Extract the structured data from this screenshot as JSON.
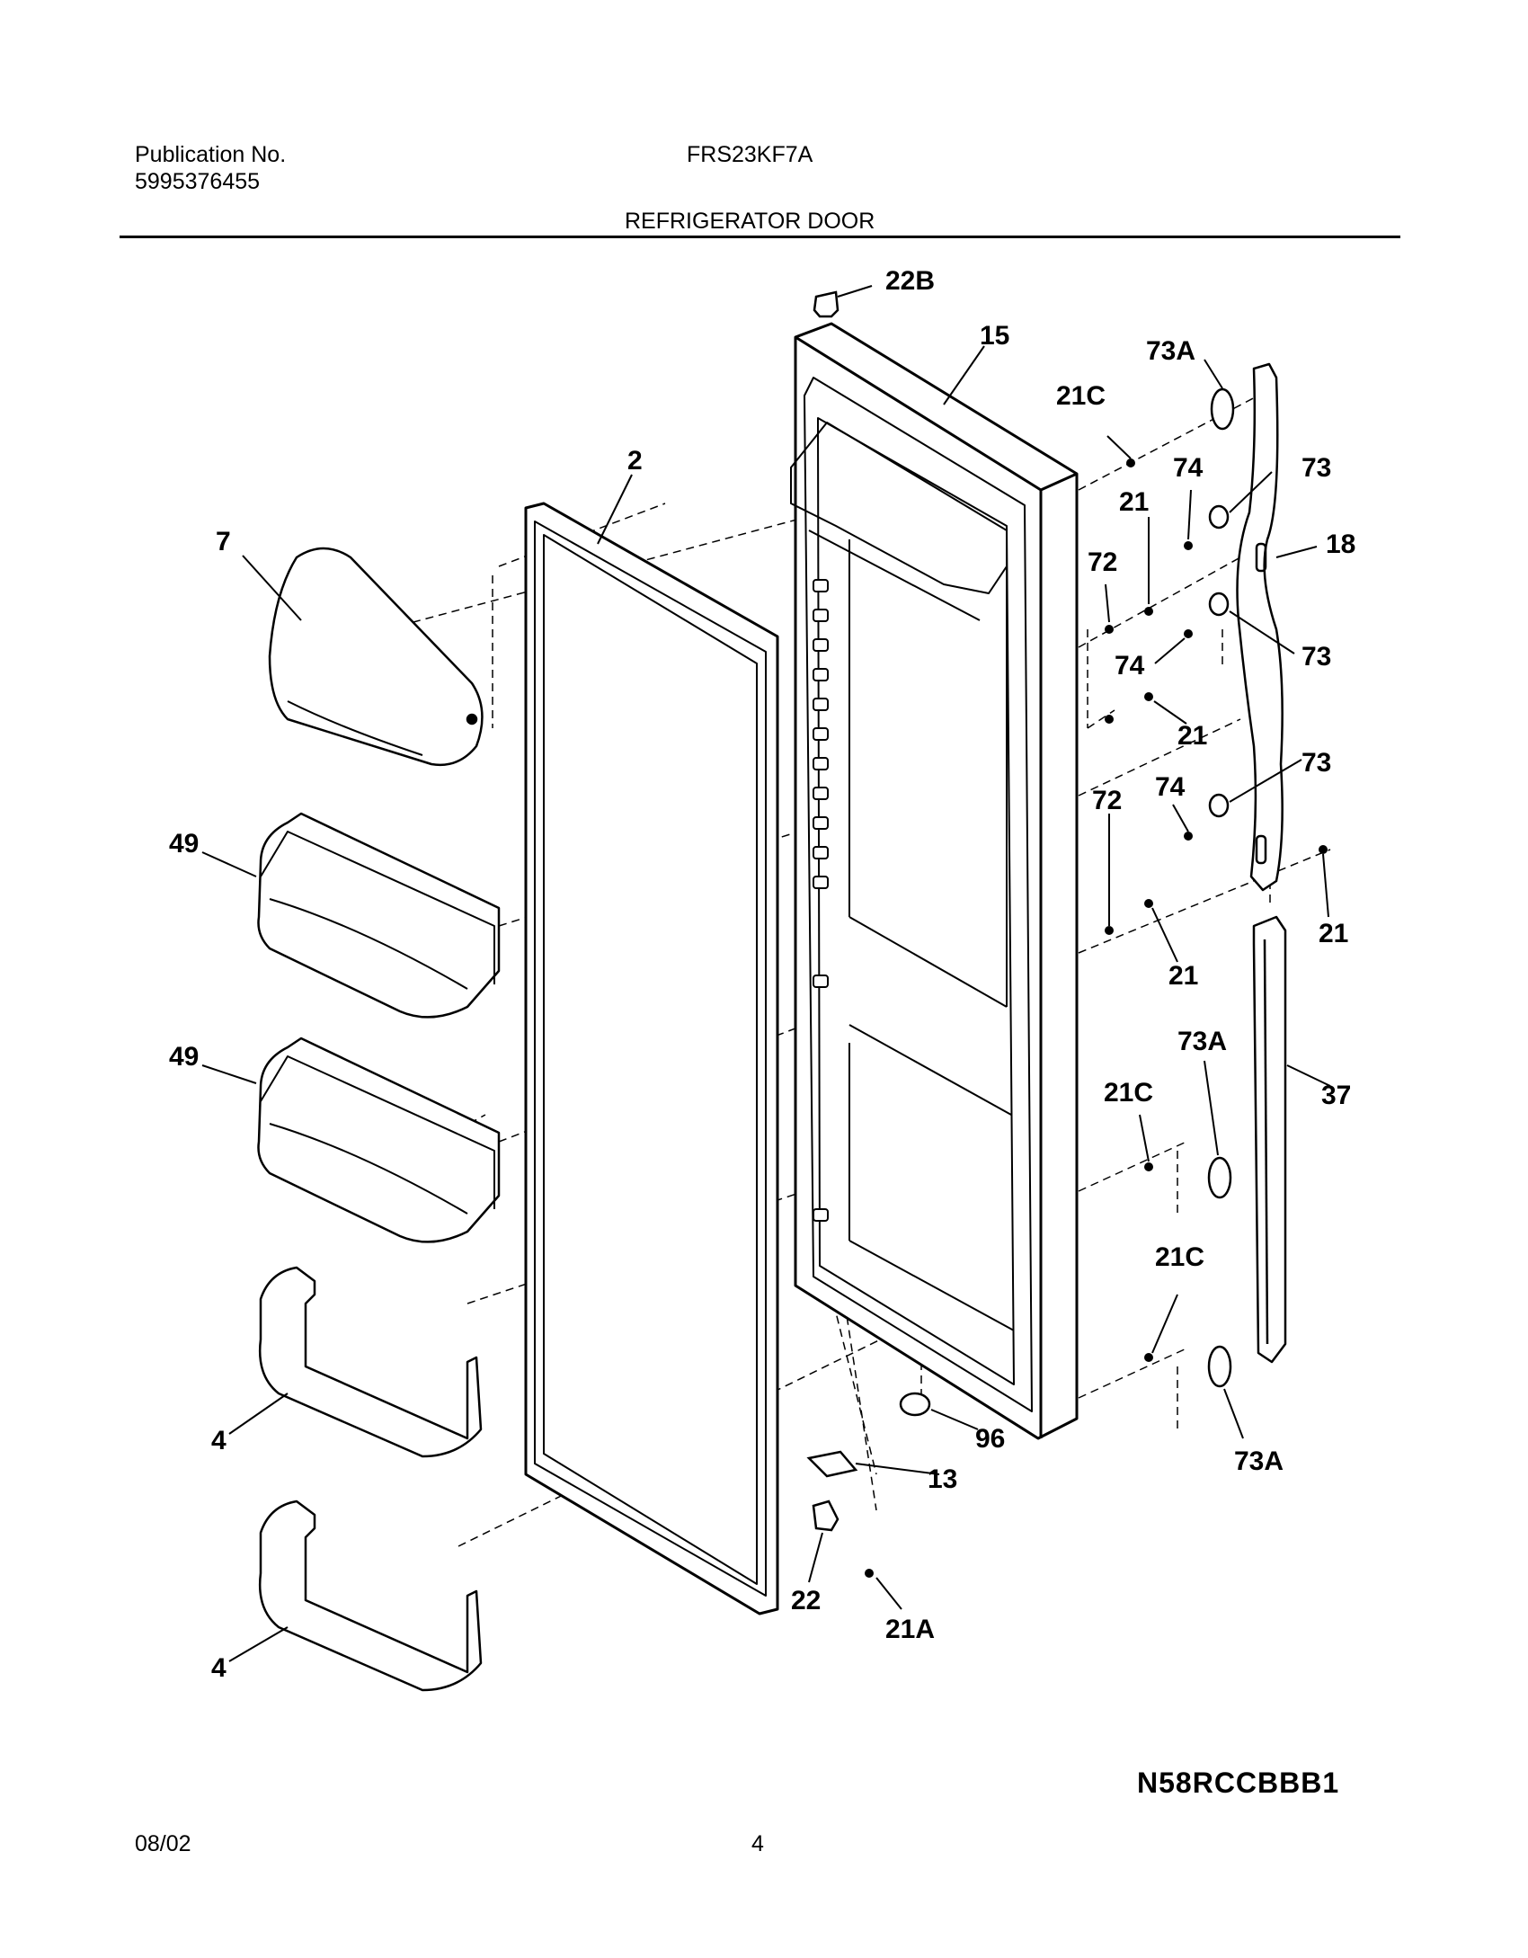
{
  "header": {
    "publication_label": "Publication No.",
    "publication_number": "5995376455",
    "model": "FRS23KF7A",
    "section_title": "REFRIGERATOR DOOR"
  },
  "callouts": {
    "c22B": "22B",
    "c15": "15",
    "c73A_top": "73A",
    "c21C_top": "21C",
    "c2": "2",
    "c74_a": "74",
    "c73_a": "73",
    "c7": "7",
    "c21_a": "21",
    "c18": "18",
    "c72_a": "72",
    "c74_b": "74",
    "c73_b": "73",
    "c21_b": "21",
    "c74_c": "74",
    "c73_c": "73",
    "c49_a": "49",
    "c72_b": "72",
    "c21_c": "21",
    "c21_d": "21",
    "c49_b": "49",
    "c73A_mid": "73A",
    "c21C_mid": "21C",
    "c37": "37",
    "c21C_low": "21C",
    "c96": "96",
    "c4_a": "4",
    "c13": "13",
    "c73A_low": "73A",
    "c22": "22",
    "c21A": "21A",
    "c4_b": "4"
  },
  "footer": {
    "reference_code": "N58RCCBBB1",
    "date": "08/02",
    "page_number": "4"
  }
}
